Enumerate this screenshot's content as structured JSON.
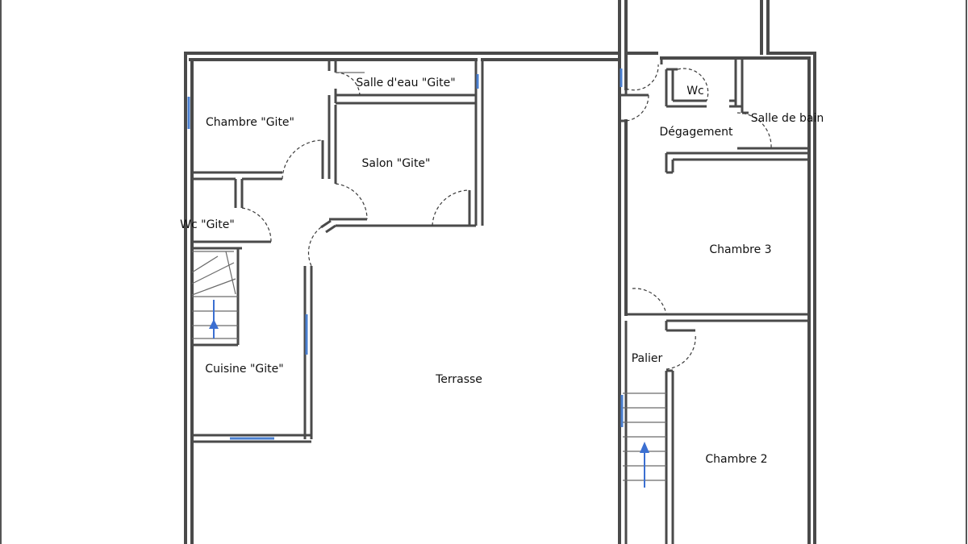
{
  "rooms": {
    "chambre_gite": "Chambre \"Gite\"",
    "salle_eau_gite": "Salle d'eau \"Gite\"",
    "salon_gite": "Salon \"Gite\"",
    "wc_gite": "Wc \"Gite\"",
    "cuisine_gite": "Cuisine \"Gite\"",
    "terrasse": "Terrasse",
    "wc": "Wc",
    "salle_de_bain": "Salle de bain",
    "degagement": "Dégagement",
    "chambre_3": "Chambre 3",
    "palier": "Palier",
    "chambre_2": "Chambre 2"
  },
  "colors": {
    "wall": "#4a4a4a",
    "window": "#4a7fd0",
    "stair_arrow": "#3b6fd1"
  }
}
